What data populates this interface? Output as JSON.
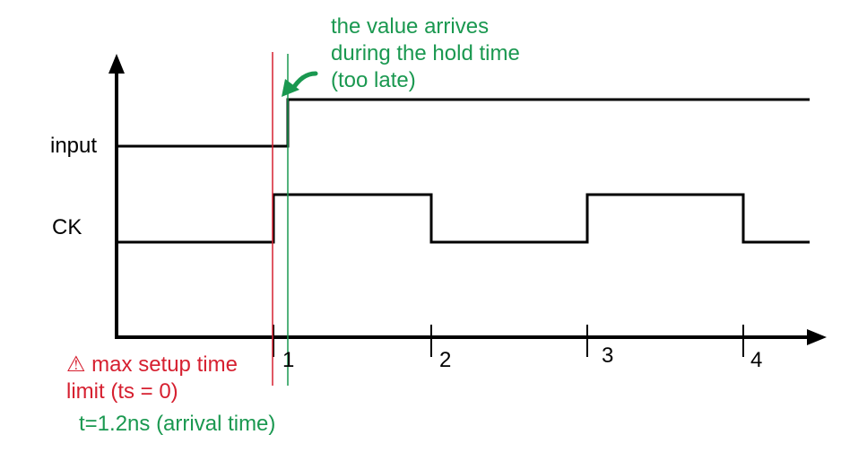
{
  "signals": {
    "input_label": "input",
    "clock_label": "CK"
  },
  "ticks": [
    "1",
    "2",
    "3",
    "4"
  ],
  "annotations": {
    "hold_note": [
      "the value arrives",
      "during the hold time",
      "(too late)"
    ],
    "setup_note": [
      "⚠ max setup time",
      "limit (ts = 0)"
    ],
    "arrival_note": "t=1.2ns (arrival time)"
  },
  "colors": {
    "signal": "#000000",
    "setup_limit": "#d62030",
    "arrival": "#1a9850"
  }
}
